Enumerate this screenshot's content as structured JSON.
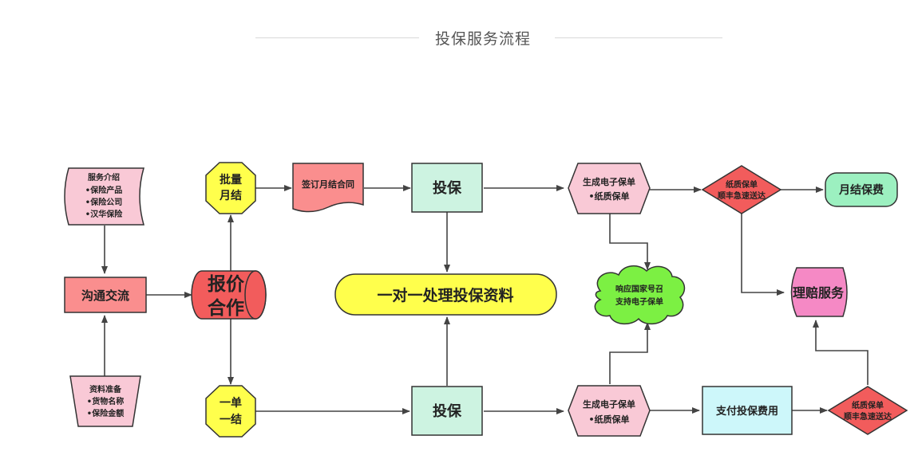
{
  "page": {
    "title": "投保服务流程"
  },
  "nodes": {
    "service_intro": [
      "服务介绍",
      "•保险产品",
      "•保险公司",
      "•汉华保险"
    ],
    "communication": "沟通交流",
    "material_prep": [
      "资料准备",
      "•货物名称",
      "•保险金额"
    ],
    "batch_monthly": [
      "批量",
      "月结"
    ],
    "single": [
      "一单",
      "一结"
    ],
    "quote": [
      "报价",
      "合作"
    ],
    "sign_contract": "签订月结合同",
    "insure_top": "投保",
    "insure_bottom": "投保",
    "one_on_one": "一对一处理投保资料",
    "gen_policy_top": [
      "生成电子保单",
      "•纸质保单"
    ],
    "gen_policy_bottom": [
      "生成电子保单",
      "•纸质保单"
    ],
    "green_cloud": [
      "响应国家号召",
      "支持电子保单"
    ],
    "paper_top": [
      "纸质保单",
      "顺丰急速送达"
    ],
    "paper_bottom": [
      "纸质保单",
      "顺丰急速送达"
    ],
    "monthly_fee": "月结保费",
    "claims": "理赔服务",
    "pay_fee": "支付投保费用"
  },
  "colors": {
    "pink": "#f9c9d6",
    "salmon": "#fa8e8e",
    "red": "#f25c5c",
    "yellow": "#ffff4c",
    "mint": "#cdf3e1",
    "green": "#7cf043",
    "cyan": "#cdf7fa",
    "magenta": "#f589c5",
    "mintgreen": "#9cf0c0"
  }
}
